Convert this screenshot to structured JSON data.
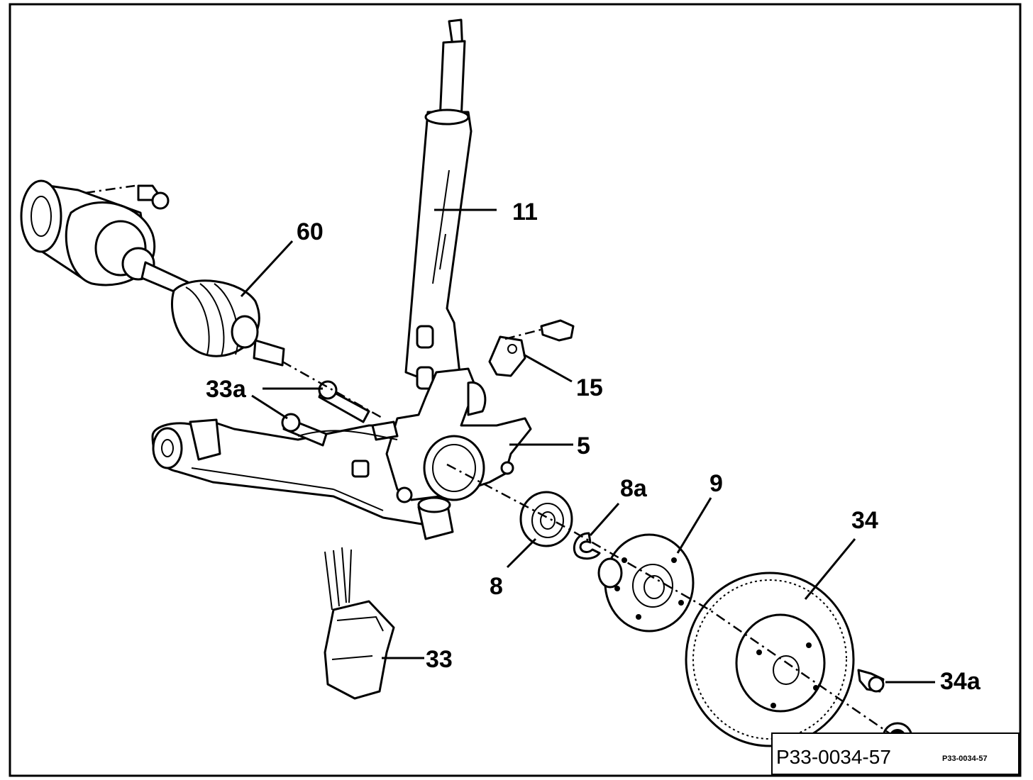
{
  "labels": {
    "l11": "11",
    "l60": "60",
    "l15": "15",
    "l33a": "33a",
    "l5": "5",
    "l8a": "8a",
    "l9": "9",
    "l34": "34",
    "l8": "8",
    "l33": "33",
    "l34a": "34a"
  },
  "reference": {
    "code": "P33-0034-57",
    "code_small": "P33-0034-57"
  }
}
